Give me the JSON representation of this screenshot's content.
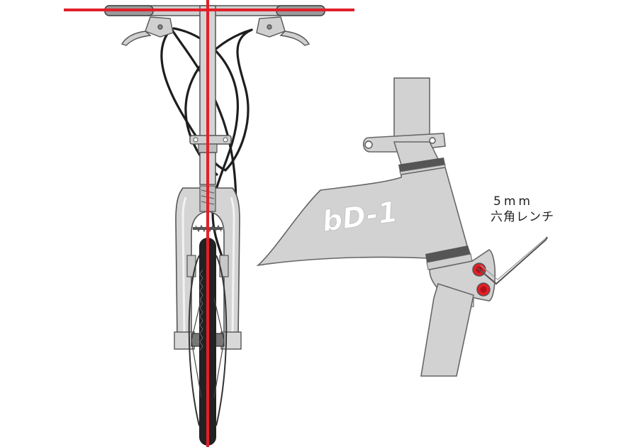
{
  "frame_logo": {
    "text": "bD-1"
  },
  "tool_label": {
    "size": "5mm",
    "name": "六角レンチ"
  },
  "colors": {
    "alignment_line": "#e0202a",
    "frame_fill": "#d2d2d2",
    "frame_stroke": "#666666",
    "cable": "#1e1e1e",
    "tire": "#222222",
    "bolt": "#e0202a"
  }
}
